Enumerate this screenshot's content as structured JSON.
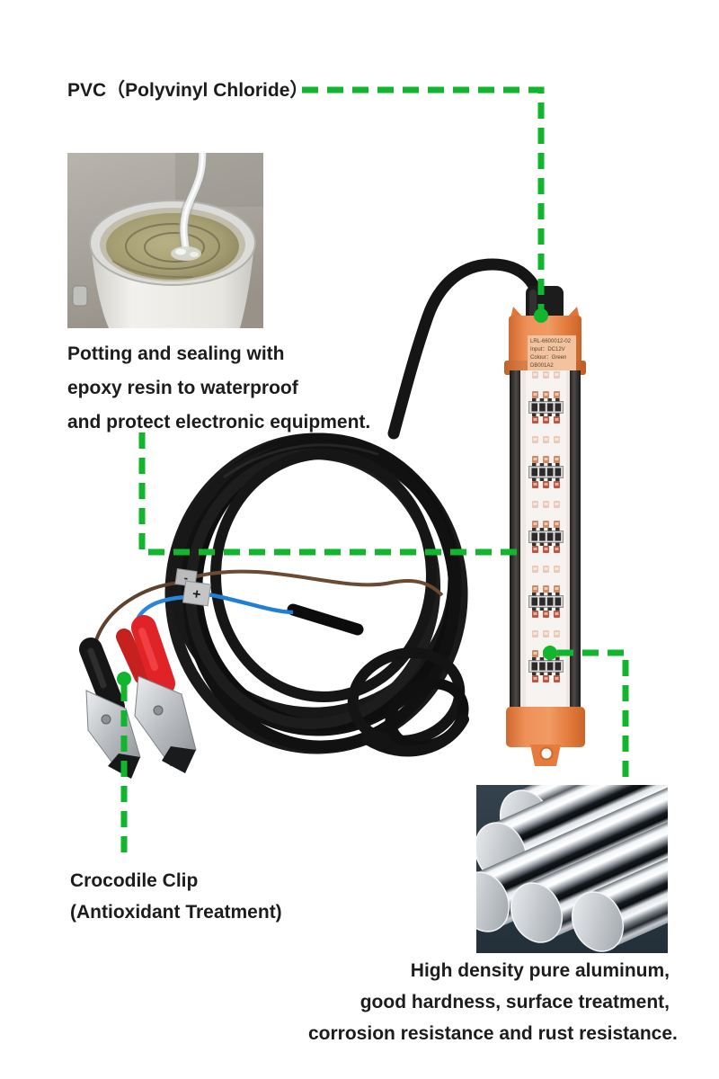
{
  "colors": {
    "accent_green": "#11b52e",
    "cap_orange": "#ec8347",
    "cable_black": "#141414",
    "text": "#1c1c1c",
    "background": "#ffffff"
  },
  "annotations": {
    "pvc": {
      "label": "PVC（Polyvinyl Chloride）"
    },
    "potting": {
      "lines": [
        "Potting and sealing with",
        "epoxy resin to waterproof",
        "and protect electronic equipment."
      ]
    },
    "crocodile": {
      "lines": [
        "Crocodile Clip",
        "(Antioxidant Treatment)"
      ]
    },
    "aluminum": {
      "lines": [
        "High density pure aluminum,",
        "good hardness, surface treatment,",
        "corrosion resistance and rust resistance."
      ]
    }
  },
  "device_label": {
    "lines": [
      "LRL-6600012-02",
      "Input：DC12V",
      "Colour：Green",
      "DB001A2"
    ]
  },
  "terminal_marks": {
    "plus": "+",
    "minus": "-"
  }
}
